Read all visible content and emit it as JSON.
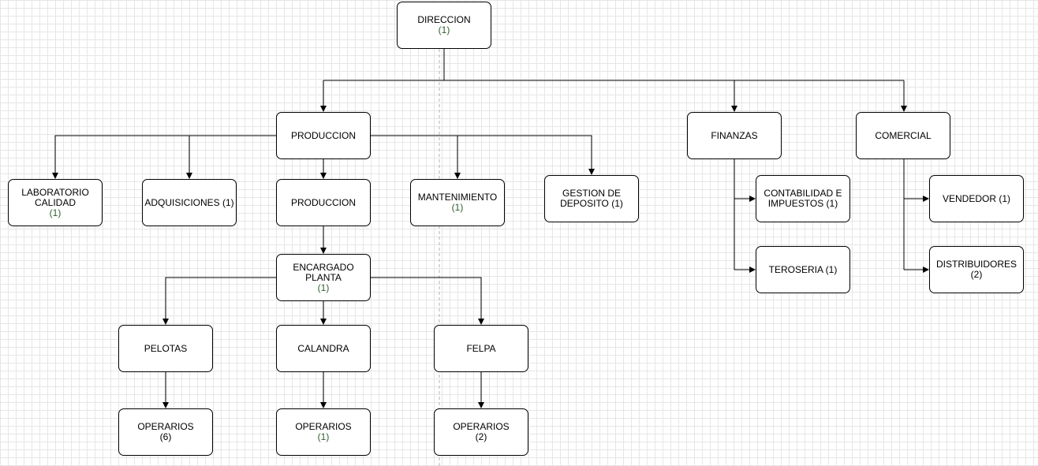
{
  "nodes": {
    "direccion": {
      "label": "DIRECCION",
      "count": "(1)"
    },
    "produccion_main": {
      "label": "PRODUCCION"
    },
    "finanzas": {
      "label": "FINANZAS"
    },
    "comercial": {
      "label": "COMERCIAL"
    },
    "laboratorio": {
      "label": "LABORATORIO CALIDAD",
      "count": "(1)"
    },
    "adquisiciones": {
      "label": "ADQUISICIONES (1)"
    },
    "produccion_sub": {
      "label": "PRODUCCION"
    },
    "mantenimiento": {
      "label": "MANTENIMIENTO",
      "count": "(1)"
    },
    "gestion_deposito": {
      "label": "GESTION DE DEPOSITO (1)"
    },
    "contabilidad": {
      "label": "CONTABILIDAD E IMPUESTOS (1)"
    },
    "teroseria": {
      "label": "TEROSERIA (1)"
    },
    "vendedor": {
      "label": "VENDEDOR (1)"
    },
    "distribuidores": {
      "label": "DISTRIBUIDORES",
      "count": "(2)"
    },
    "encargado": {
      "label": "ENCARGADO PLANTA",
      "count": "(1)"
    },
    "pelotas": {
      "label": "PELOTAS"
    },
    "calandra": {
      "label": "CALANDRA"
    },
    "felpa": {
      "label": "FELPA"
    },
    "operarios_pelotas": {
      "label": "OPERARIOS",
      "count": "(6)"
    },
    "operarios_calandra": {
      "label": "OPERARIOS",
      "count": "(1)"
    },
    "operarios_felpa": {
      "label": "OPERARIOS",
      "count": "(2)"
    }
  },
  "colors": {
    "line": "#000000",
    "grid": "#e6e6e6",
    "guide": "#b3b3b3"
  }
}
